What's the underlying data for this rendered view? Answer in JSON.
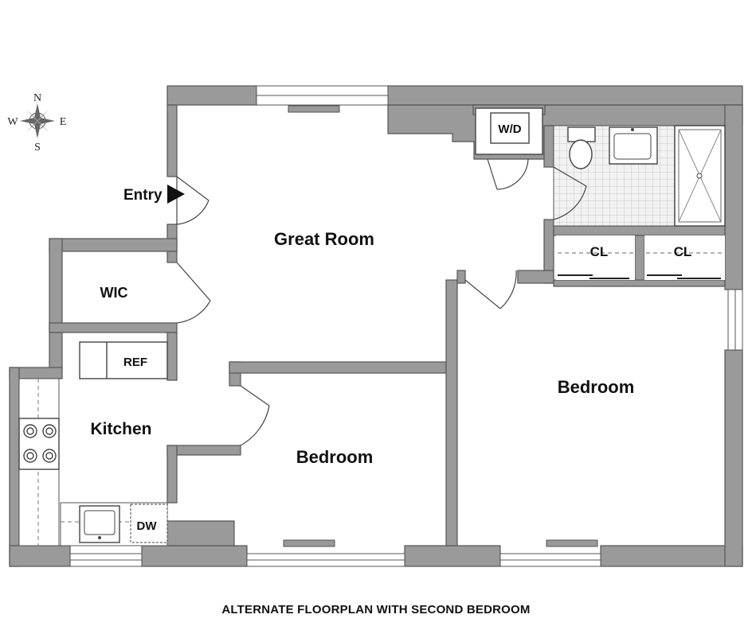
{
  "compass": {
    "n": "N",
    "s": "S",
    "e": "E",
    "w": "W"
  },
  "rooms": {
    "entry": "Entry",
    "great_room": "Great Room",
    "wd": "W/D",
    "closet_1": "CL",
    "closet_2": "CL",
    "wic": "WIC",
    "ref": "REF",
    "kitchen": "Kitchen",
    "bedroom_small": "Bedroom",
    "bedroom_large": "Bedroom",
    "dw": "DW"
  },
  "caption": "ALTERNATE FLOORPLAN WITH SECOND BEDROOM"
}
